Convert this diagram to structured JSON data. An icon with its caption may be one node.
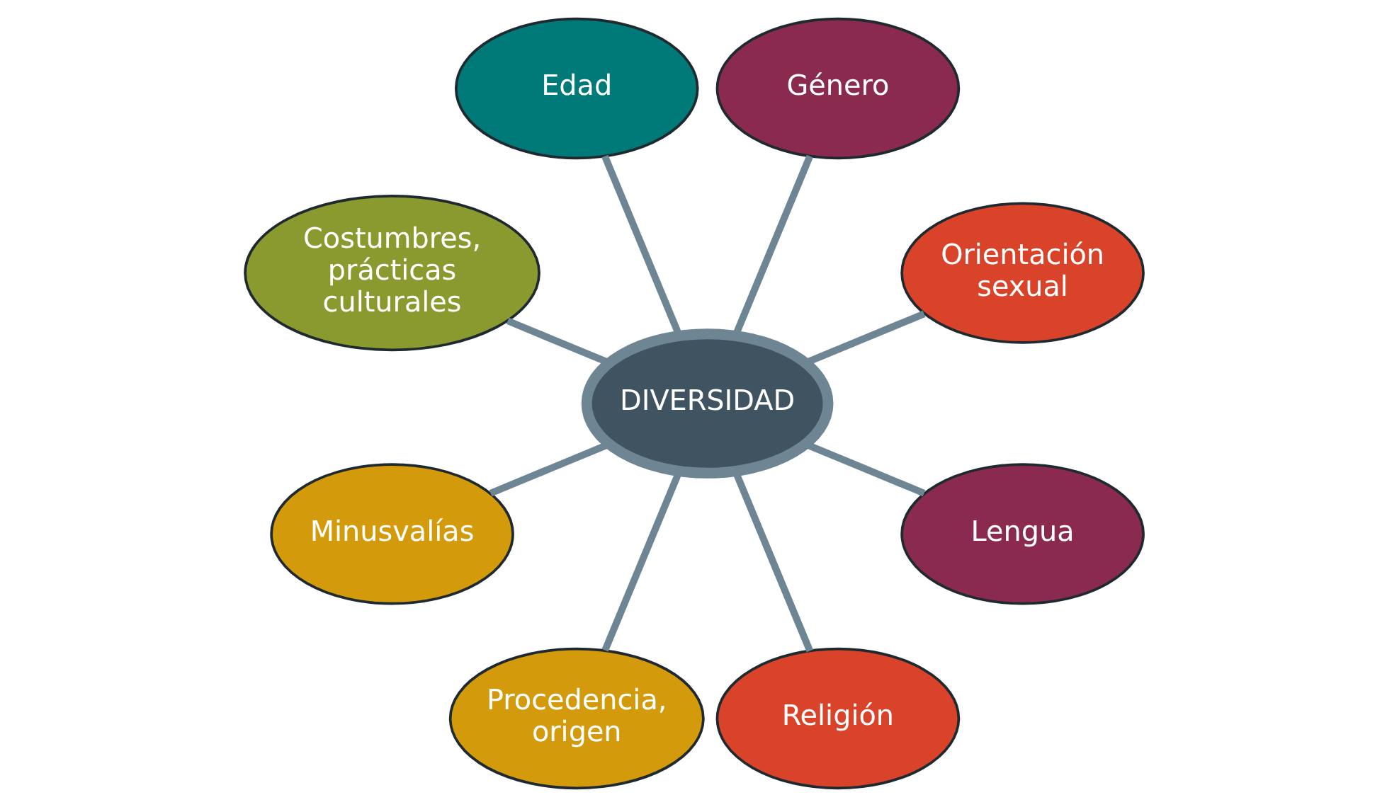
{
  "diagram": {
    "nodes": [
      {
        "text": [
          "Orientación sexual"
        ]
      },
      {
        "text": [
          "Género"
        ]
      },
      {
        "text": [
          "Edad"
        ]
      },
      {
        "text": [
          "DIVERSIDAD"
        ]
      },
      {
        "text": [
          "Costumbres, prácticas culturales"
        ]
      },
      {
        "text": [
          "Minusvalías"
        ]
      },
      {
        "text": [
          "Procedencia, origen"
        ]
      },
      {
        "text": [
          "Religión"
        ]
      },
      {
        "text": [
          "Lengua"
        ]
      }
    ],
    "edges": [
      {
        "from": 3,
        "to": 0,
        "arrow": "none"
      },
      {
        "from": 3,
        "to": 1,
        "arrow": "none"
      },
      {
        "from": 3,
        "to": 2,
        "arrow": "none"
      },
      {
        "from": 3,
        "to": 4,
        "arrow": "none"
      },
      {
        "from": 3,
        "to": 5,
        "arrow": "none"
      },
      {
        "from": 3,
        "to": 6,
        "arrow": "none"
      },
      {
        "from": 3,
        "to": 7,
        "arrow": "none"
      },
      {
        "from": 3,
        "to": 8,
        "arrow": "none"
      }
    ]
  }
}
